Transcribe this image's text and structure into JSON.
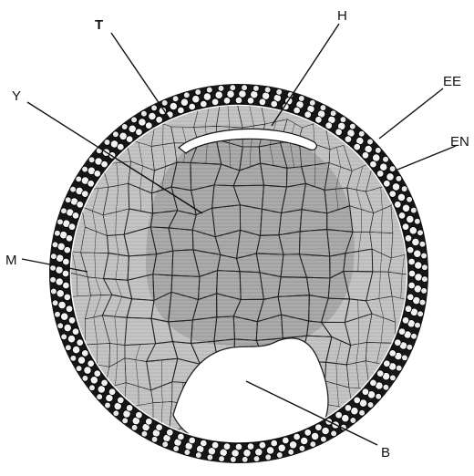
{
  "figure": {
    "labels": {
      "T": "T",
      "H": "H",
      "Y": "Y",
      "EE": "EE",
      "EN": "EN",
      "M": "M",
      "B": "B"
    },
    "colors": {
      "ink": "#111111",
      "outer_layer": "#1a1a1a",
      "cell_fill": "#c9c9c9",
      "yolk_fill": "#b8b8b8",
      "cavity": "#ffffff"
    }
  }
}
